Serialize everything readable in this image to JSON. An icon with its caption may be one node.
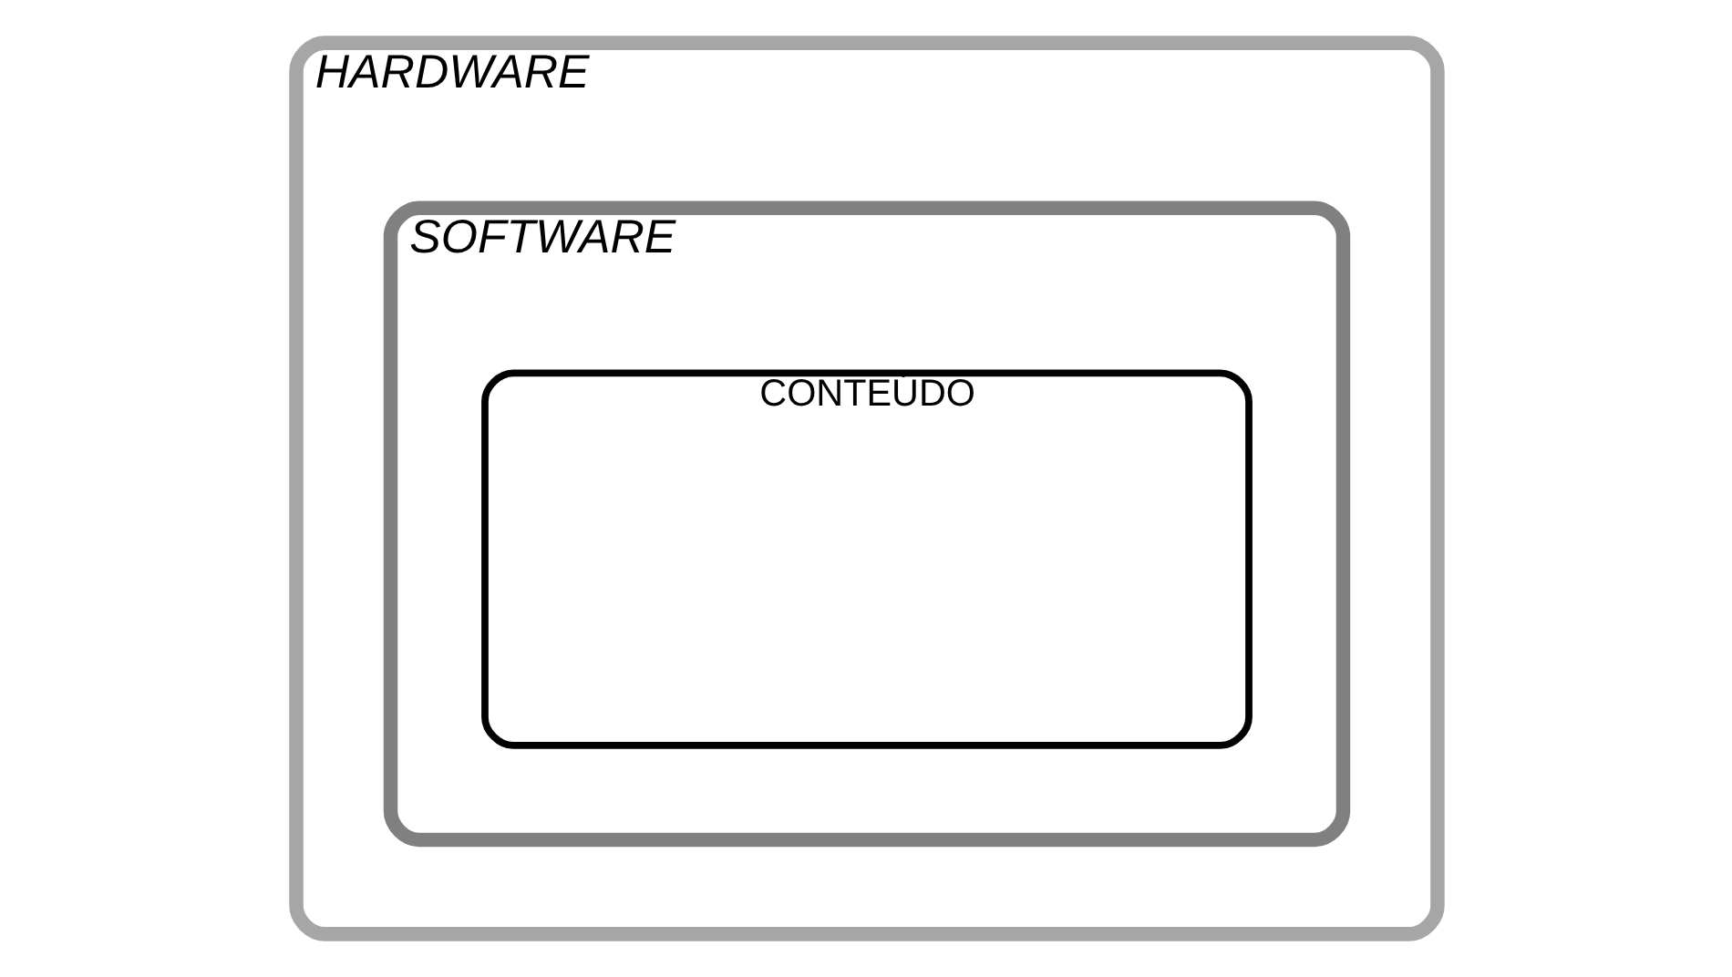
{
  "diagram": {
    "nodes": [
      {
        "text": [
          "HARDWARE"
        ]
      },
      {
        "text": [
          "SOFTWARE"
        ],
        "in": 0
      },
      {
        "text": [
          "CONTEÚDO"
        ],
        "in": 1
      }
    ]
  }
}
